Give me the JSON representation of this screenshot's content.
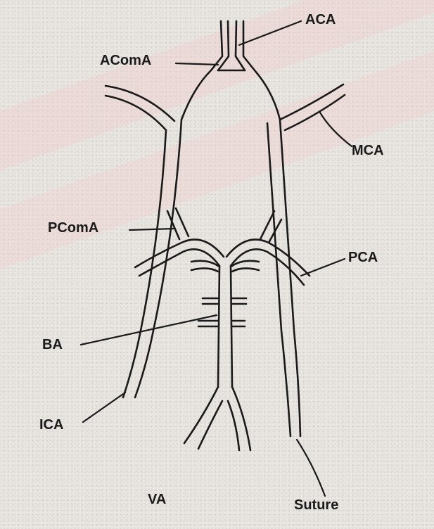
{
  "labels": {
    "aca": "ACA",
    "acoma": "AComA",
    "mca": "MCA",
    "pcoma": "PComA",
    "pca": "PCA",
    "ba": "BA",
    "ica": "ICA",
    "va": "VA",
    "suture": "Suture"
  },
  "colors": {
    "ink": "#1a1a1a",
    "paper": "#e9e6e2",
    "watermark": "#f4c9c9"
  }
}
